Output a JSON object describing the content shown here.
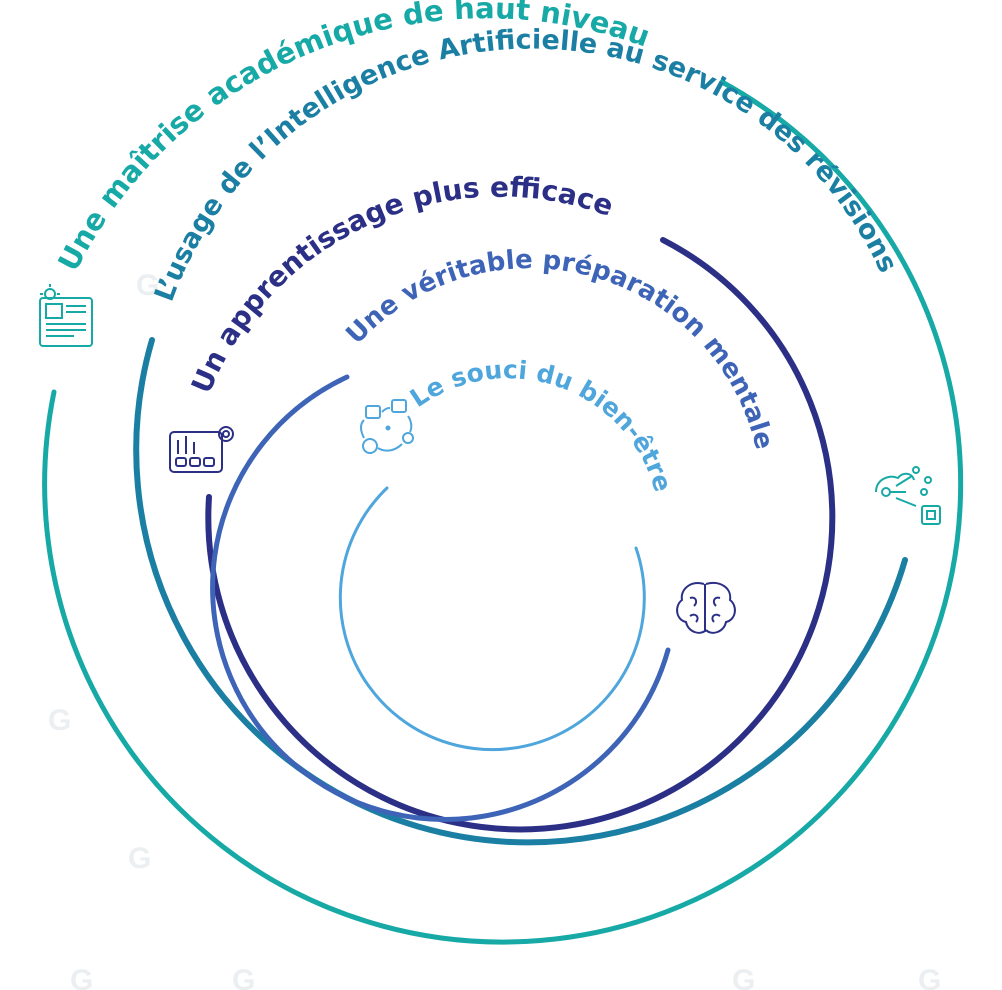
{
  "rings": [
    {
      "id": "outer",
      "label": "Une maîtrise académique de haut niveau",
      "color": "#17a9a6",
      "icon": "newspaper-sun-icon"
    },
    {
      "id": "second",
      "label": "L’usage de l’Intelligence Artificielle au service des révisions",
      "color": "#1b7fa3",
      "icon": "ai-circuit-chip-icon"
    },
    {
      "id": "third",
      "label": "Un apprentissage plus efficace",
      "color": "#2b2f86",
      "icon": "dashboard-gear-icon"
    },
    {
      "id": "fourth",
      "label": "Une véritable préparation mentale",
      "color": "#3e64b8",
      "icon": "brain-icon"
    },
    {
      "id": "inner",
      "label": "Le souci du bien-être",
      "color": "#4ea6dc",
      "icon": "wellbeing-cycle-icon"
    }
  ],
  "watermark": {
    "glyph": "G"
  }
}
